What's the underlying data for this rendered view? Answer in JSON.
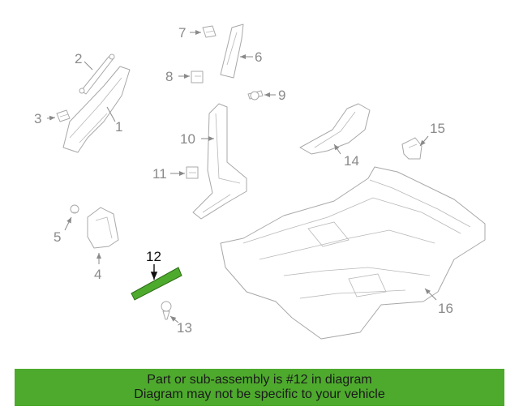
{
  "callouts": {
    "c1": "1",
    "c2": "2",
    "c3": "3",
    "c4": "4",
    "c5": "5",
    "c6": "6",
    "c7": "7",
    "c8": "8",
    "c9": "9",
    "c10": "10",
    "c11": "11",
    "c12": "12",
    "c13": "13",
    "c14": "14",
    "c15": "15",
    "c16": "16"
  },
  "highlight": {
    "part": "12",
    "color": "#4eaa2d"
  },
  "banner": {
    "line1": "Part or sub-assembly is #12 in diagram",
    "line2": "Diagram may not be specific to your vehicle",
    "background": "#4eaa2d"
  }
}
